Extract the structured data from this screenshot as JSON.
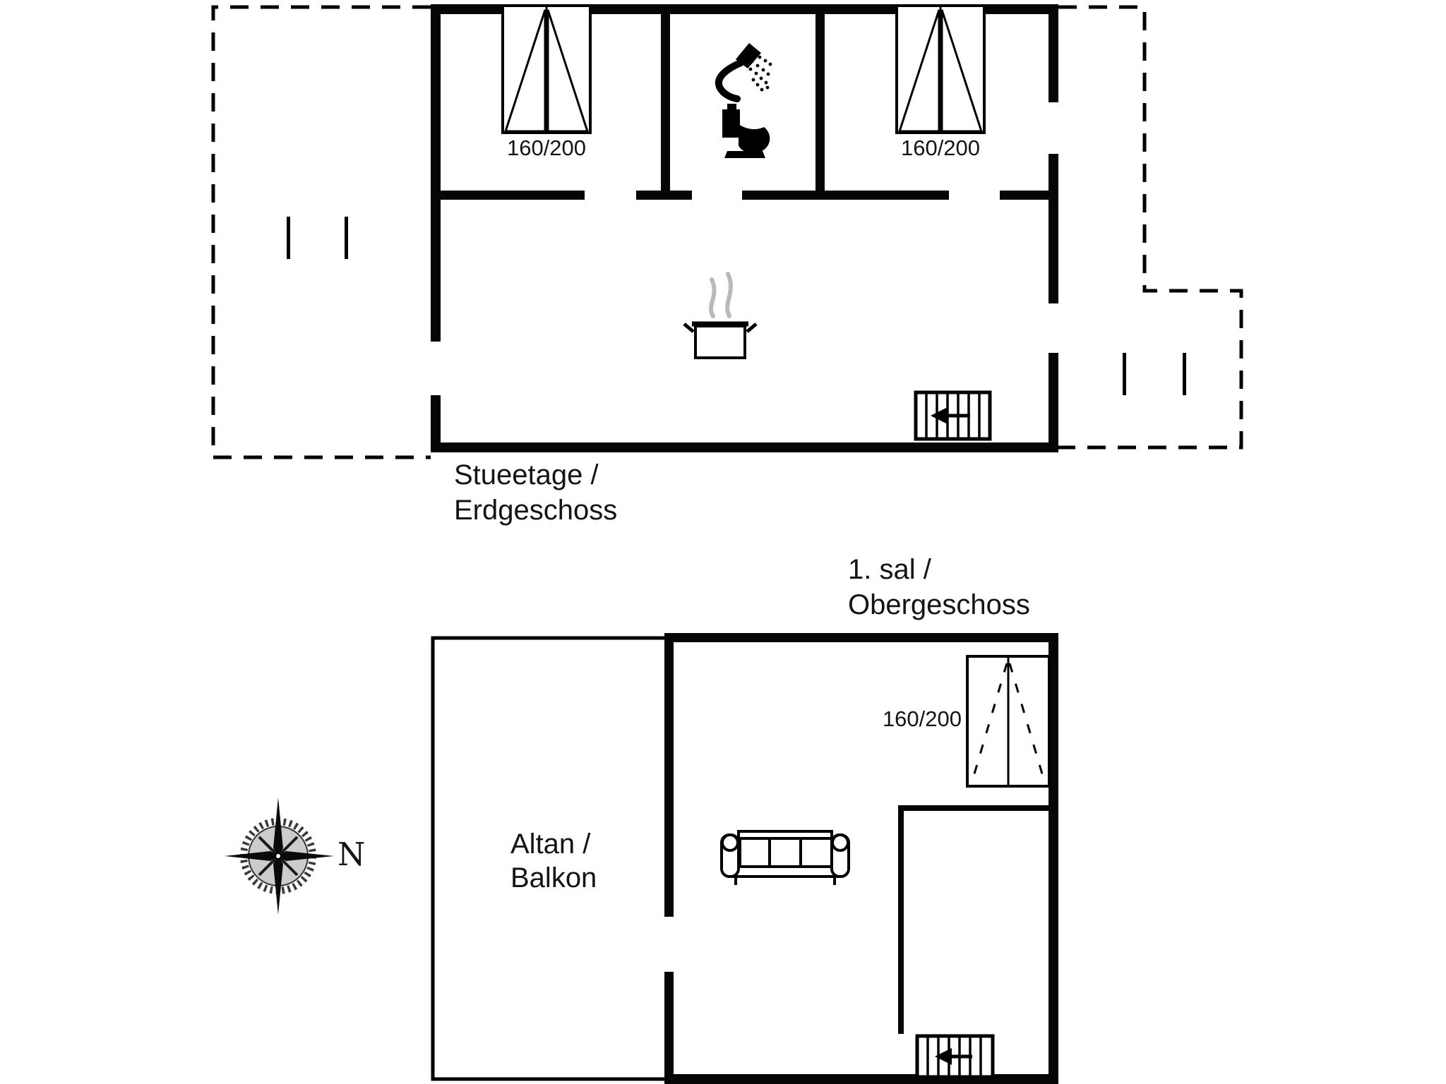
{
  "colors": {
    "line": "#000000",
    "steam": "#b9b9b9",
    "background": "#ffffff"
  },
  "ground_floor": {
    "title_line1": "Stueetage /",
    "title_line2": "Erdgeschoss",
    "bed_left_size": "160/200",
    "bed_right_size": "160/200",
    "icons": [
      "double-bed",
      "double-bed",
      "shower",
      "toilet",
      "cooking-pot",
      "stairs-arrow-left",
      "window-markers"
    ]
  },
  "first_floor": {
    "title_line1": "1. sal /",
    "title_line2": "Obergeschoss",
    "balcony_line1": "Altan /",
    "balcony_line2": "Balkon",
    "bed_size": "160/200",
    "icons": [
      "double-bed",
      "sofa",
      "stairs-arrow-left"
    ]
  },
  "compass": {
    "north_label": "N"
  }
}
